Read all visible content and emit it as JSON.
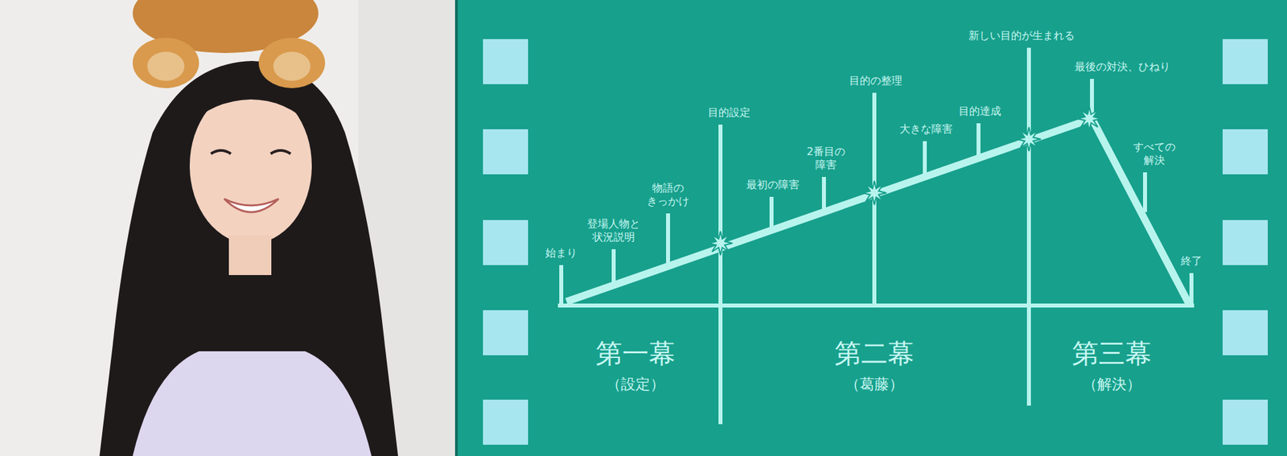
{
  "diagram": {
    "labels": [
      "始まり",
      "登場人物と 状況説明",
      "物語の きっかけ",
      "目的設定",
      "最初の障害",
      "2番目の 障害",
      "目的の整理",
      "大きな障害",
      "目的達成",
      "新しい目的が生まれる",
      "最後の対決、ひねり",
      "すべての 解決",
      "終了",
      "第一幕",
      "（設定）",
      "第二幕",
      "（葛藤）",
      "第三幕",
      "（解決）"
    ]
  }
}
